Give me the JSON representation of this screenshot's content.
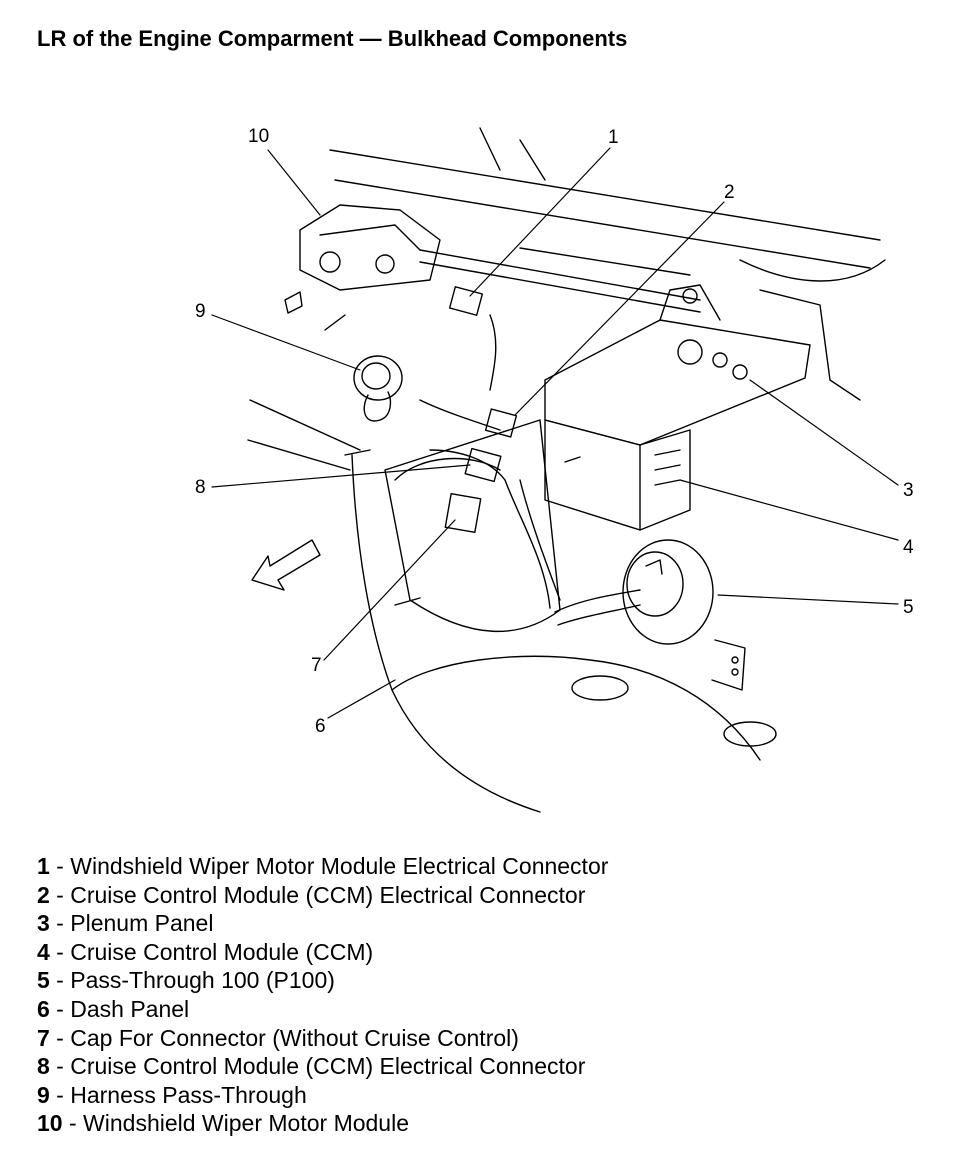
{
  "title": "LR of the Engine Comparment — Bulkhead Components",
  "callouts": [
    "1",
    "2",
    "3",
    "4",
    "5",
    "6",
    "7",
    "8",
    "9",
    "10"
  ],
  "legend": [
    {
      "num": "1",
      "sep": " - ",
      "text": "Windshield Wiper Motor Module Electrical Connector"
    },
    {
      "num": "2",
      "sep": " - ",
      "text": "Cruise Control Module (CCM) Electrical Connector"
    },
    {
      "num": "3",
      "sep": " - ",
      "text": "Plenum Panel"
    },
    {
      "num": "4",
      "sep": " - ",
      "text": "Cruise Control Module (CCM)"
    },
    {
      "num": "5",
      "sep": " - ",
      "text": "Pass-Through 100 (P100)"
    },
    {
      "num": "6",
      "sep": " - ",
      "text": "Dash Panel"
    },
    {
      "num": "7",
      "sep": " - ",
      "text": "Cap For Connector (Without Cruise Control)"
    },
    {
      "num": "8",
      "sep": " - ",
      "text": "Cruise Control Module (CCM) Electrical Connector"
    },
    {
      "num": "9",
      "sep": " - ",
      "text": "Harness Pass-Through"
    },
    {
      "num": "10",
      "sep": " - ",
      "text": "Windshield Wiper Motor Module"
    }
  ]
}
